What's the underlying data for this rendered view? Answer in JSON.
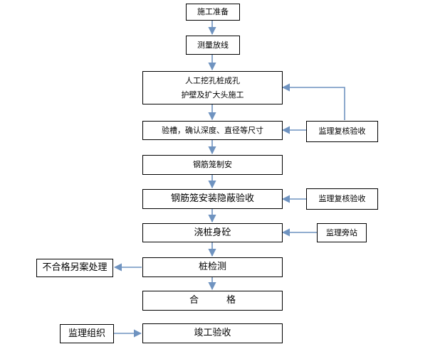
{
  "nodes": {
    "prep": "施工准备",
    "survey": "测量放线",
    "dig_line1": "人工挖孔桩成孔",
    "dig_line2": "护壁及扩大头施工",
    "check_trench": "验槽，确认深度、直径等尺寸",
    "cage_make": "钢筋笼制安",
    "cage_install": "钢筋笼安装隐蔽验收",
    "pour": "浇桩身砼",
    "test": "桩检测",
    "pass": "合　　　格",
    "accept": "竣工验收",
    "supervise_recheck_1": "监理复核验收",
    "supervise_recheck_2": "监理复核验收",
    "supervise_station": "监理旁站",
    "fail_handle": "不合格另案处理",
    "supervise_org": "监理组织"
  },
  "colors": {
    "arrow": "#6f93c0",
    "border": "#000000"
  }
}
